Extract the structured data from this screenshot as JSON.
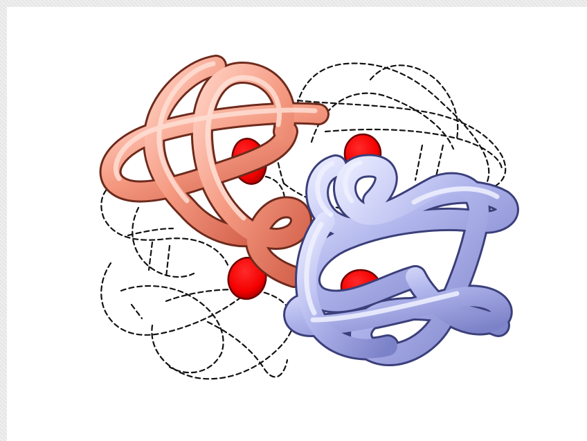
{
  "figure": {
    "colors": {
      "background": "#ffffff",
      "frame": "#e9e9e9",
      "protein_a": "#f08a72",
      "protein_a_light": "#ffd3c6",
      "protein_a_dark": "#c8553e",
      "protein_b": "#a9aee6",
      "protein_b_light": "#e6e8ff",
      "protein_b_dark": "#6f75bd",
      "site": "#ff0000",
      "site_dark": "#8a0000",
      "outline": "#111111"
    },
    "icons": [
      "red-tube",
      "blue-tube",
      "dashed-outline",
      "red-site"
    ]
  }
}
